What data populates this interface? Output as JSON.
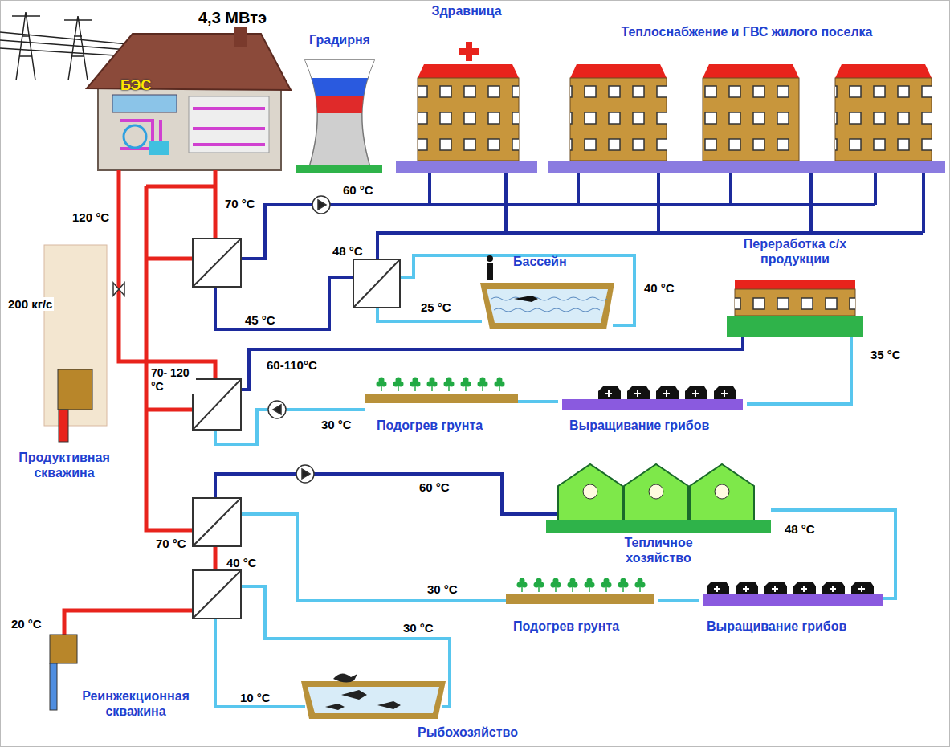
{
  "diagram": {
    "nodes": [
      {
        "text": [
          "БЭС"
        ]
      },
      {
        "text": [
          "Градирня"
        ]
      },
      {
        "text": [
          "Здравница"
        ]
      },
      {
        "text": [
          "Теплоснабжение и ГВС жилого поселка"
        ]
      },
      {
        "text": [
          "Бассейн"
        ]
      },
      {
        "text": [
          "Переработка с/х продукции"
        ]
      },
      {
        "text": [
          "Подогрев грунта"
        ]
      },
      {
        "text": [
          "Выращивание грибов"
        ]
      },
      {
        "text": [
          "Тепличное хозяйство"
        ]
      },
      {
        "text": [
          "Подогрев грунта"
        ]
      },
      {
        "text": [
          "Выращивание грибов"
        ]
      },
      {
        "text": [
          "Продуктивная скважина"
        ]
      },
      {
        "text": [
          "Реинжекционная скважина"
        ]
      },
      {
        "text": [
          "Рыбохозяйство"
        ]
      }
    ],
    "edges": [
      {
        "from": 6,
        "to": 7,
        "arrow": "none"
      },
      {
        "from": 7,
        "to": 5,
        "arrow": "none"
      },
      {
        "from": 8,
        "to": 10,
        "arrow": "none"
      },
      {
        "from": 10,
        "to": 9,
        "arrow": "none"
      }
    ],
    "labels": [
      "4,3 МВтэ",
      "120 °C",
      "200 кг/с",
      "70 °C",
      "60 °C",
      "48 °C",
      "45 °C",
      "25 °C",
      "40 °C",
      "70- 120 °C",
      "60-110°C",
      "35 °C",
      "30 °C",
      "60 °C",
      "48 °C",
      "70 °C",
      "40 °C",
      "30 °C",
      "30 °C",
      "20 °C",
      "10 °C"
    ]
  }
}
